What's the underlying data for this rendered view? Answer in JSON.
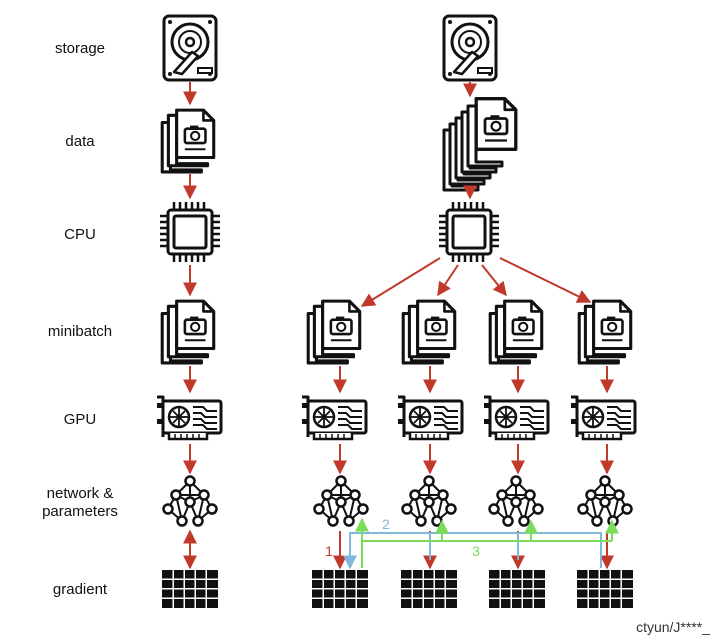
{
  "labels": {
    "storage": "storage",
    "data": "data",
    "cpu": "CPU",
    "minibatch": "minibatch",
    "gpu": "GPU",
    "network_line1": "network &",
    "network_line2": "parameters",
    "gradient": "gradient"
  },
  "steps": {
    "step1": "1",
    "step2": "2",
    "step3": "3"
  },
  "watermark": "ctyun/J****_",
  "colors": {
    "arrow_red": "#c0392b",
    "arrow_blue": "#7fb8dc",
    "arrow_green": "#7ddc5a",
    "icon": "#111111"
  },
  "icons": {
    "storage": "hard-drive-icon",
    "data": "document-stack-icon",
    "cpu": "cpu-chip-icon",
    "gpu": "graphics-card-icon",
    "network": "neural-network-icon",
    "gradient": "grid-icon"
  }
}
